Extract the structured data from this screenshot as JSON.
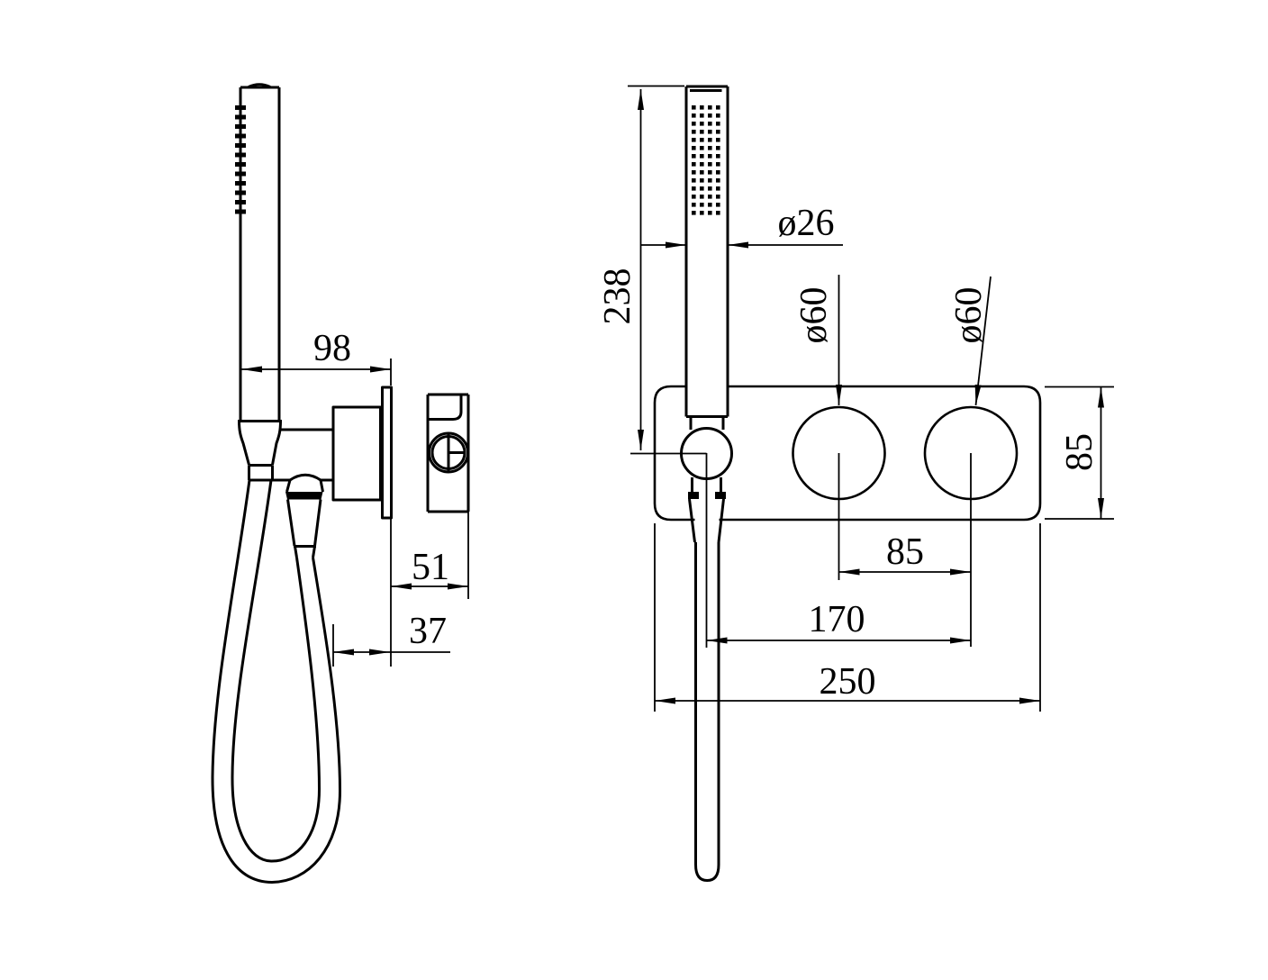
{
  "drawing": {
    "type": "technical-dimension-drawing",
    "subject": "shower mixer with hand shower, side view and front view",
    "colors": {
      "line": "#000000",
      "background": "#ffffff"
    }
  },
  "dimensions": {
    "side": {
      "handset_offset": "98",
      "wall_depth": "51",
      "body_projection": "37"
    },
    "front": {
      "handset_length": "238",
      "handset_diameter": "ø26",
      "knob1_diameter": "ø60",
      "knob2_diameter": "ø60",
      "plate_height": "85",
      "knob_spacing": "85",
      "handset_to_knob": "170",
      "plate_width": "250"
    }
  }
}
